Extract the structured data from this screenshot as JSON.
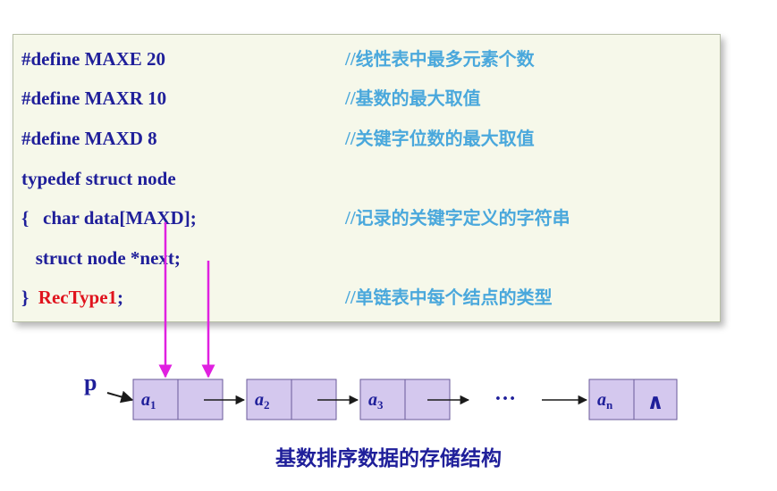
{
  "code": {
    "lines": [
      {
        "code": "#define MAXE 20",
        "comment_slashes": "//",
        "comment": "线性表中最多元素个数"
      },
      {
        "code": "#define MAXR 10",
        "comment_slashes": "//",
        "comment": "基数的最大取值"
      },
      {
        "code": "#define MAXD 8",
        "comment_slashes": "//",
        "comment": "关键字位数的最大取值"
      },
      {
        "code": "typedef struct node",
        "comment_slashes": "",
        "comment": ""
      },
      {
        "code": "{   char data[MAXD];",
        "comment_slashes": "//",
        "comment": "记录的关键字定义的字符串"
      },
      {
        "code": "   struct node *next;",
        "comment_slashes": "",
        "comment": ""
      },
      {
        "code_prefix": "}  ",
        "code_red": "RecType1",
        "code_suffix": ";",
        "comment_slashes": "//",
        "comment": "单链表中每个结点的类型"
      }
    ]
  },
  "list": {
    "pointer": "p",
    "nodes": [
      {
        "letter": "a",
        "sub": "1"
      },
      {
        "letter": "a",
        "sub": "2"
      },
      {
        "letter": "a",
        "sub": "3"
      },
      {
        "letter": "a",
        "sub": "n"
      }
    ],
    "ellipsis": "…",
    "null_symbol": "∧"
  },
  "caption": "基数排序数据的存储结构",
  "colors": {
    "code_text": "#1f1f9a",
    "comment_text": "#4aa8dc",
    "type_name": "#e0141e",
    "node_fill": "#d4c8ee",
    "node_border": "#6a5a9a",
    "pointer_arrow": "#e020e0"
  }
}
